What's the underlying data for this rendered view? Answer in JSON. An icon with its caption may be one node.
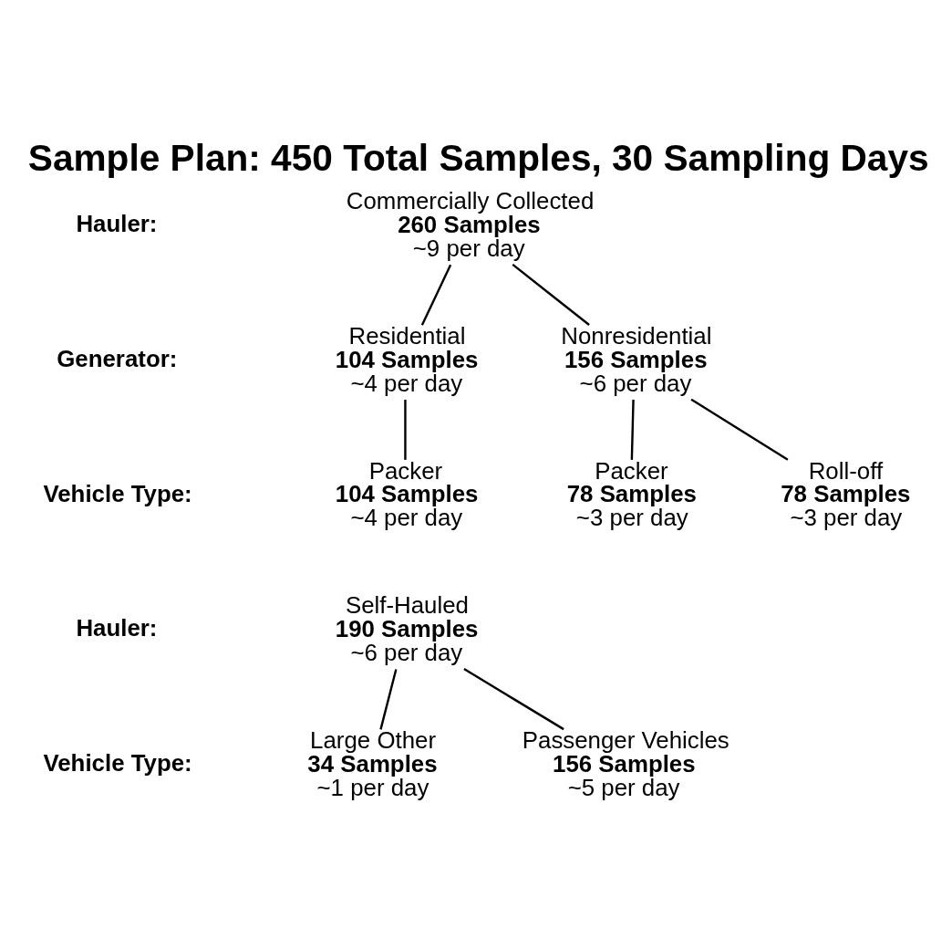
{
  "diagram": {
    "title": "Sample Plan: 450 Total Samples, 30 Sampling Days",
    "nodes": [
      {
        "text": [
          "Commercially Collected",
          "260 Samples",
          "~9 per day"
        ]
      },
      {
        "text": [
          "Residential",
          "104 Samples",
          "~4 per day"
        ]
      },
      {
        "text": [
          "Nonresidential",
          "156 Samples",
          "~6 per day"
        ]
      },
      {
        "text": [
          "Packer",
          "104 Samples",
          "~4 per day"
        ]
      },
      {
        "text": [
          "Packer",
          "78 Samples",
          "~3 per day"
        ]
      },
      {
        "text": [
          "Roll-off",
          "78 Samples",
          "~3 per day"
        ]
      },
      {
        "text": [
          "Self-Hauled",
          "190 Samples",
          "~6 per day"
        ]
      },
      {
        "text": [
          "Large Other",
          "34 Samples",
          "~1 per day"
        ]
      },
      {
        "text": [
          "Passenger Vehicles",
          "156 Samples",
          "~5 per day"
        ]
      }
    ],
    "edges": [
      {
        "from": 0,
        "to": 1,
        "arrow": "none"
      },
      {
        "from": 0,
        "to": 2,
        "arrow": "none"
      },
      {
        "from": 1,
        "to": 3,
        "arrow": "none"
      },
      {
        "from": 2,
        "to": 4,
        "arrow": "none"
      },
      {
        "from": 2,
        "to": 5,
        "arrow": "none"
      },
      {
        "from": 6,
        "to": 7,
        "arrow": "none"
      },
      {
        "from": 6,
        "to": 8,
        "arrow": "none"
      }
    ],
    "labels": [
      "Hauler:",
      "Generator:",
      "Vehicle Type:",
      "Hauler:",
      "Vehicle Type:"
    ]
  }
}
